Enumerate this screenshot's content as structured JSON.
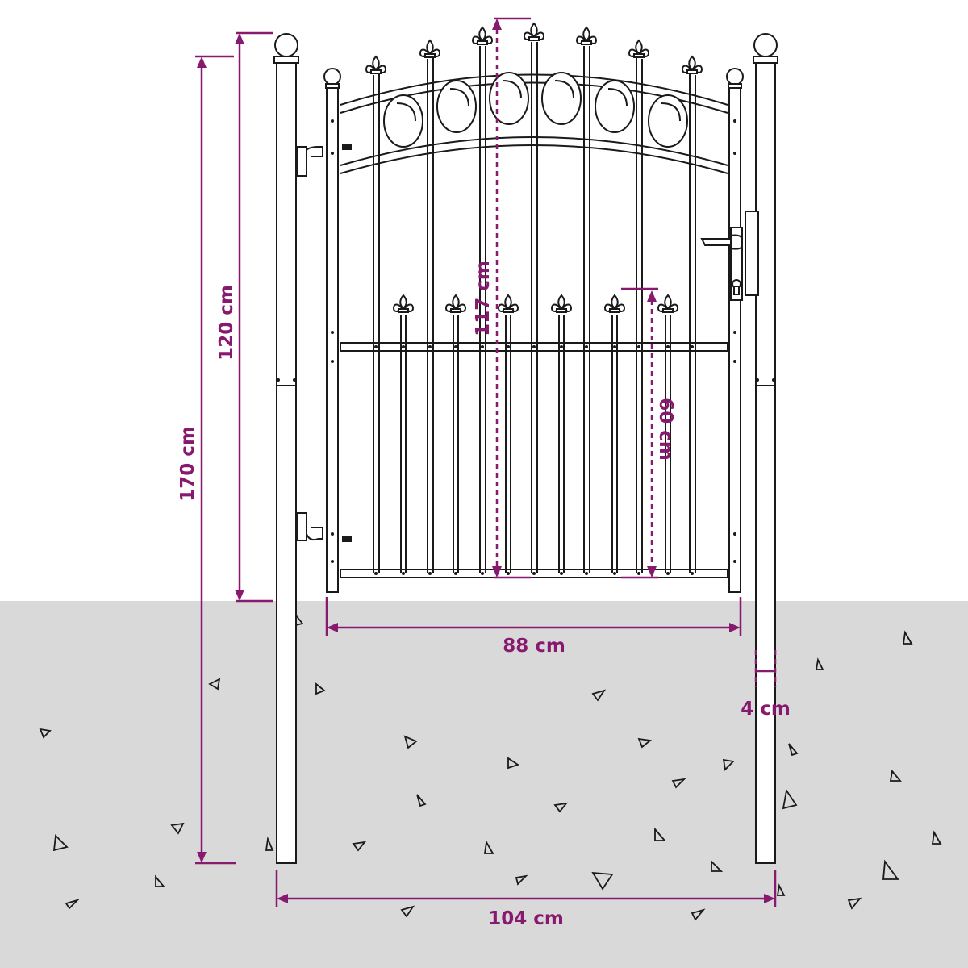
{
  "colors": {
    "ground": "#d9d9d9",
    "dimension": "#87196e",
    "outline": "#1a1a1a",
    "background": "#ffffff"
  },
  "dimensions": {
    "post_total_height": "170 cm",
    "gate_height_side": "120 cm",
    "gate_height_center": "117 cm",
    "lower_section_height": "60 cm",
    "gate_width": "88 cm",
    "total_width": "104 cm",
    "post_width": "4 cm"
  },
  "icons": [
    "ball-finial-icon",
    "fleur-de-lis-finial-icon",
    "door-handle-icon",
    "lock-cylinder-icon",
    "hinge-icon",
    "pebble-icon"
  ]
}
